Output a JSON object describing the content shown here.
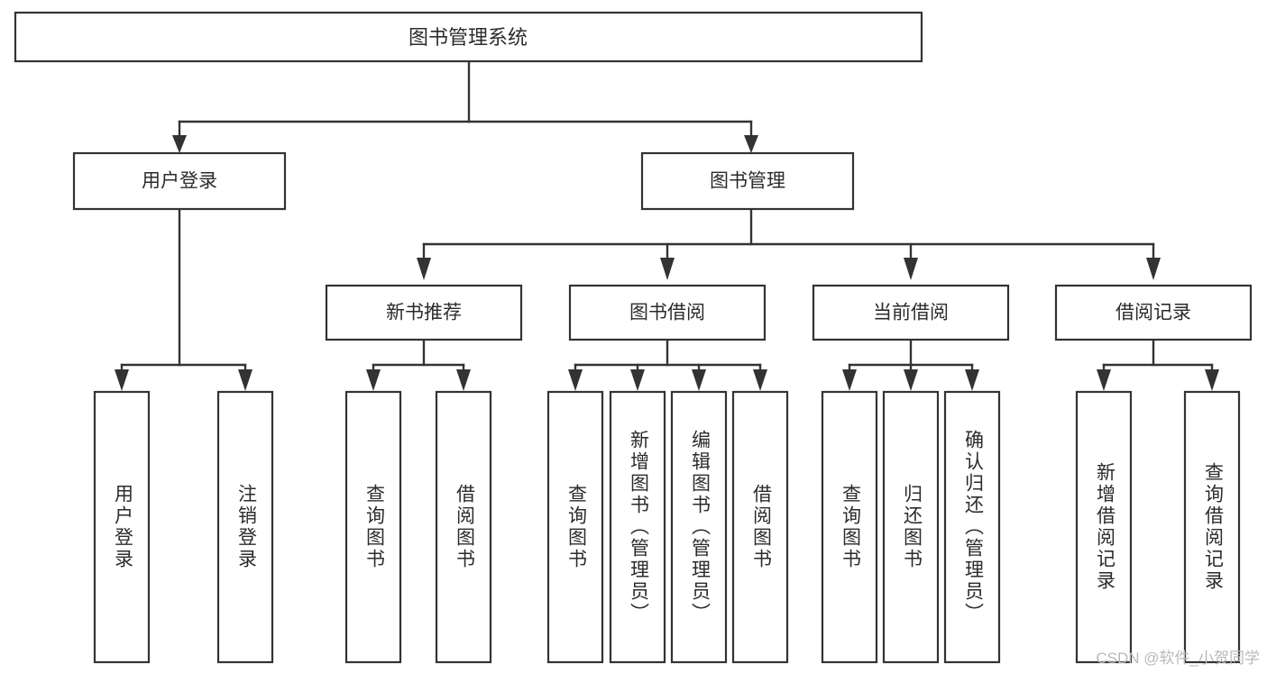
{
  "diagram": {
    "type": "tree-hierarchy",
    "title": "图书管理系统",
    "watermark": "CSDN @软件_小贺同学",
    "colors": {
      "stroke": "#333333",
      "fill": "#ffffff",
      "text": "#2b2b2b",
      "watermark": "#b9b9b9"
    },
    "levels": {
      "root": {
        "label": "图书管理系统"
      },
      "level2": [
        {
          "label": "用户登录"
        },
        {
          "label": "图书管理"
        }
      ],
      "level3": [
        {
          "label": "新书推荐"
        },
        {
          "label": "图书借阅"
        },
        {
          "label": "当前借阅"
        },
        {
          "label": "借阅记录"
        }
      ],
      "leaves": {
        "user_login": [
          {
            "label": "用户登录"
          },
          {
            "label": "注销登录"
          }
        ],
        "new_book_recommend": [
          {
            "label": "查询图书"
          },
          {
            "label": "借阅图书"
          }
        ],
        "book_borrow": [
          {
            "label": "查询图书"
          },
          {
            "label": "新增图书（管理员）"
          },
          {
            "label": "编辑图书（管理员）"
          },
          {
            "label": "借阅图书"
          }
        ],
        "current_borrow": [
          {
            "label": "查询图书"
          },
          {
            "label": "归还图书"
          },
          {
            "label": "确认归还（管理员）"
          }
        ],
        "borrow_record": [
          {
            "label": "新增借阅记录"
          },
          {
            "label": "查询借阅记录"
          }
        ]
      }
    }
  }
}
